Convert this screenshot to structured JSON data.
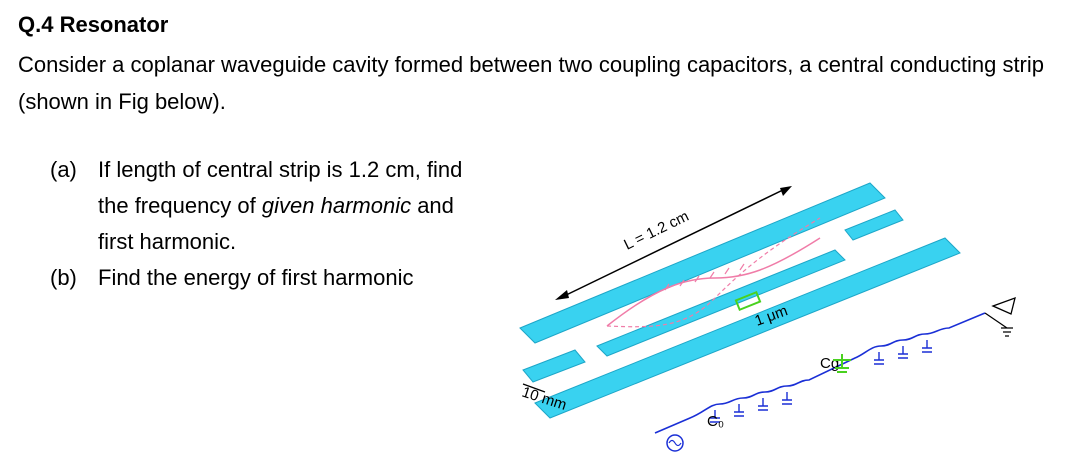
{
  "question": {
    "title": "Q.4 Resonator"
  },
  "intro": "Consider a coplanar waveguide cavity formed between two coupling capacitors, a central conducting strip (shown in Fig below).",
  "parts": [
    {
      "label": "(a)",
      "text_before": "If length of central strip is 1.2 cm, find the frequency of ",
      "text_em": "given harmonic",
      "text_after": " and first harmonic."
    },
    {
      "label": "(b)",
      "text": "Find the energy of first harmonic"
    }
  ],
  "figure": {
    "length_label": "L = 1.2 cm",
    "gap_label": "1 μm",
    "width_label": "10 mm",
    "c0_label": "C₀",
    "cg_label": "Cg",
    "colors": {
      "strip": "#39d2f0",
      "strip_edge": "#1da6c8",
      "wave": "#f07ca8",
      "wire": "#1a2fd6",
      "gap": "#49d11f"
    }
  }
}
